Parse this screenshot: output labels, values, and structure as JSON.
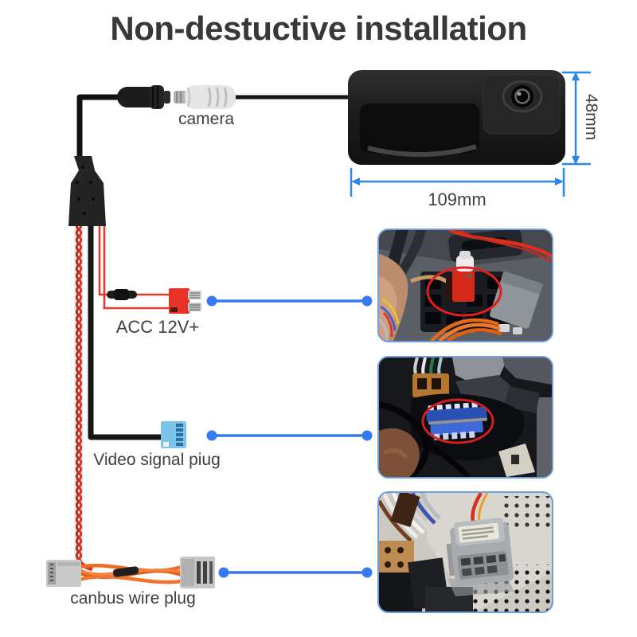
{
  "title": "Non-destuctive installation",
  "wiring": {
    "camera_label": "camera",
    "acc_label": "ACC 12V+",
    "video_label": "Video signal piug",
    "canbus_label": "canbus wire plug"
  },
  "camera_unit": {
    "width_label": "109mm",
    "height_label": "48mm"
  },
  "colors": {
    "connector_line_blue": "#3779f0",
    "dimension_blue": "#2b87ee",
    "wire_red": "#e2392b",
    "fuse_tap_red": "#e63325",
    "video_plug_blue": "#7cc4ec",
    "canbus_orange": "#ef6b25",
    "annotation_red": "#e01f1f",
    "text_color": "#3a3a3a"
  },
  "photos": [
    {
      "name": "acc-fuse-install-photo"
    },
    {
      "name": "video-plug-install-photo"
    },
    {
      "name": "canbus-plug-install-photo"
    }
  ]
}
